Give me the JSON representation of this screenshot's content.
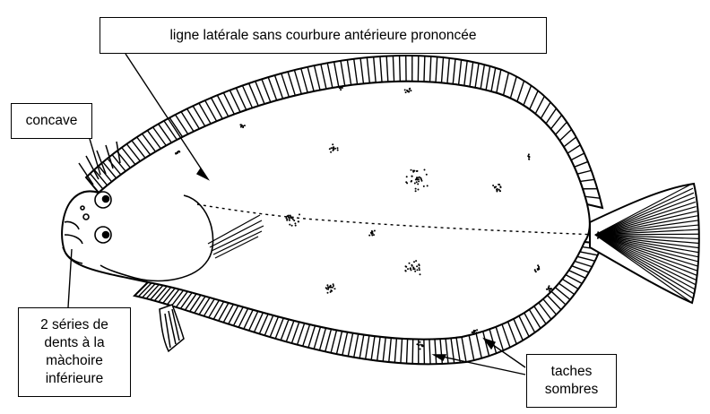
{
  "labels": {
    "lateral_line": "ligne latérale sans courbure antérieure prononcée",
    "concave": "concave",
    "teeth": [
      "2 séries de",
      "dents à la",
      "màchoire",
      "inférieure"
    ],
    "spots": [
      "taches",
      "sombres"
    ]
  },
  "colors": {
    "ink": "#000000",
    "paper": "#ffffff"
  },
  "subject": "flatfish-illustration"
}
